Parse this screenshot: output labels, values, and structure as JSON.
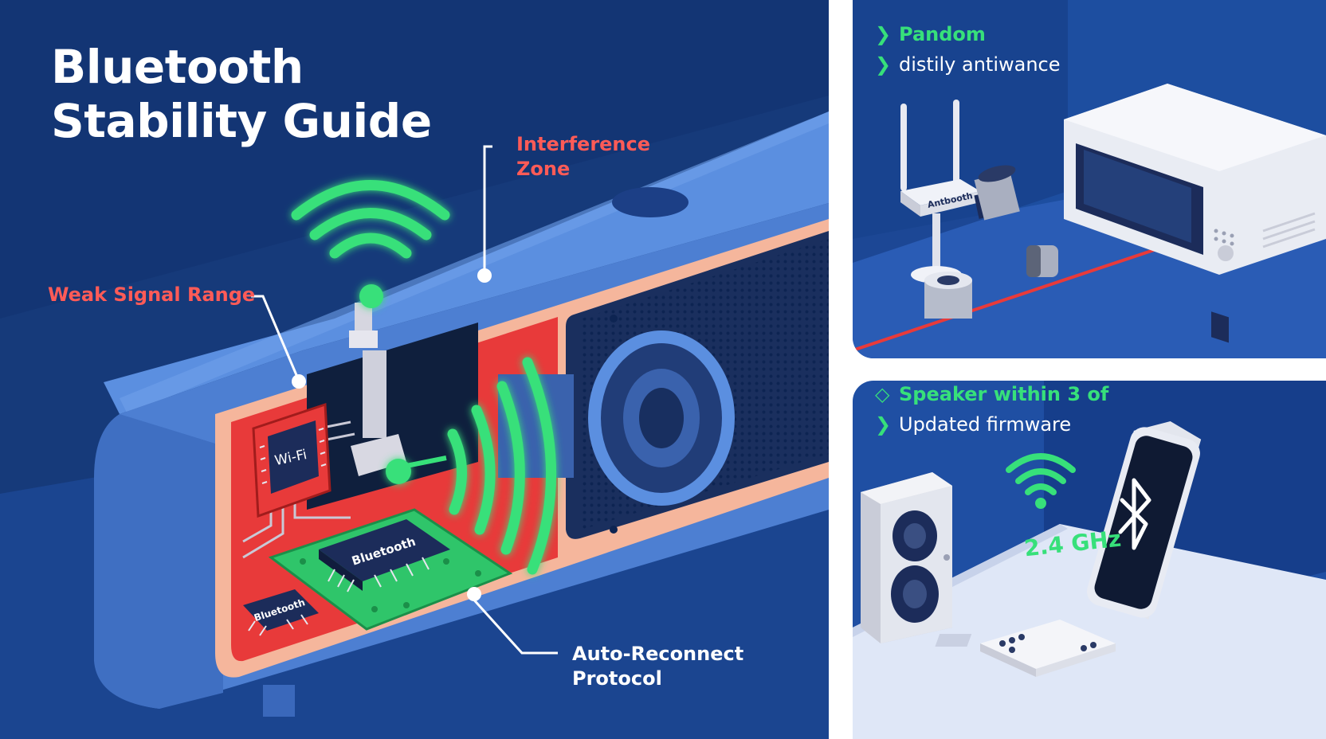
{
  "title": {
    "line1": "Bluetooth",
    "line2": "Stability Guide"
  },
  "callouts": {
    "interference": {
      "line1": "Interference",
      "line2": "Zone"
    },
    "weak_signal": "Weak Signal Range",
    "auto_reconnect": {
      "line1": "Auto-Reconnect",
      "line2": "Protocol"
    }
  },
  "chips": {
    "wifi": "Wi-Fi",
    "bluetooth_main": "Bluetooth",
    "bluetooth_small": "Bluetooth"
  },
  "router_label": "Antbooth",
  "top_right_list": [
    {
      "icon": "chevron-right-icon",
      "text": "Pandom"
    },
    {
      "icon": "chevron-right-icon",
      "text": "distily antiwance"
    }
  ],
  "bottom_right_list": [
    {
      "icon": "diamond-check-icon",
      "text": "Speaker within 3 of"
    },
    {
      "icon": "chevron-right-icon",
      "text": "Updated firmware"
    }
  ],
  "frequency_label": "2.4 GHz",
  "colors": {
    "navy": "#163a7a",
    "panel_blue": "#1d4ea0",
    "speaker_blue": "#5b8fe0",
    "signal_green": "#37e07a",
    "alert_red": "#ff5b57",
    "cutaway_red": "#e83a3a"
  }
}
